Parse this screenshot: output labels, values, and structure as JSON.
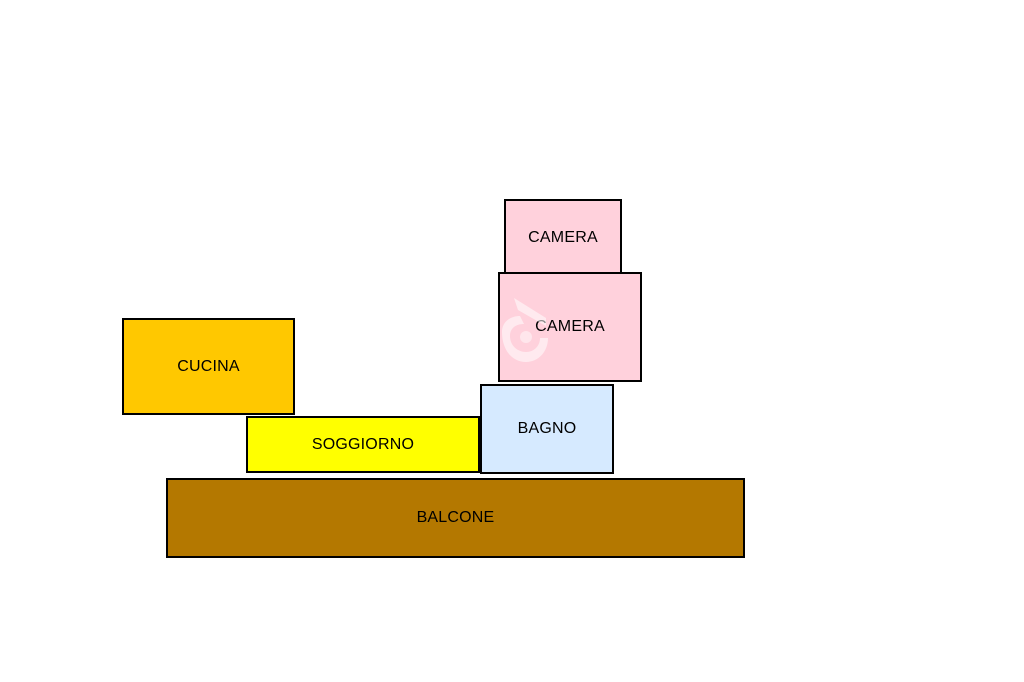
{
  "floorplan": {
    "rooms": {
      "camera_top": {
        "label": "CAMERA",
        "fill": "#ffd1dc"
      },
      "camera_main": {
        "label": "CAMERA",
        "fill": "#ffd1dc"
      },
      "cucina": {
        "label": "CUCINA",
        "fill": "#ffc800"
      },
      "soggiorno": {
        "label": "SOGGIORNO",
        "fill": "#ffff00"
      },
      "bagno": {
        "label": "BAGNO",
        "fill": "#d6eaff"
      },
      "balcone": {
        "label": "BALCONE",
        "fill": "#b47800"
      }
    },
    "border_color": "#000000",
    "background": "#ffffff",
    "watermark_icon": "logo-watermark-icon"
  }
}
